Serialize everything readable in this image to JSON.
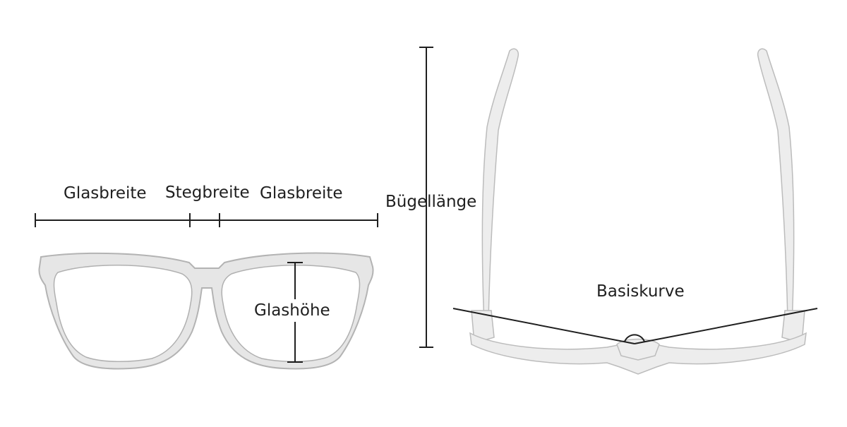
{
  "labels": {
    "lens_width_left": "Glasbreite",
    "bridge_width": "Stegbreite",
    "lens_width_right": "Glasbreite",
    "temple_length": "Bügellänge",
    "lens_height": "Glashöhe",
    "base_curve": "Basiskurve"
  },
  "colors": {
    "frame_fill": "#e6e6e6",
    "frame_outline": "#b3b3b3",
    "measure_line": "#1f1f1f",
    "text": "#1f1f1f"
  }
}
